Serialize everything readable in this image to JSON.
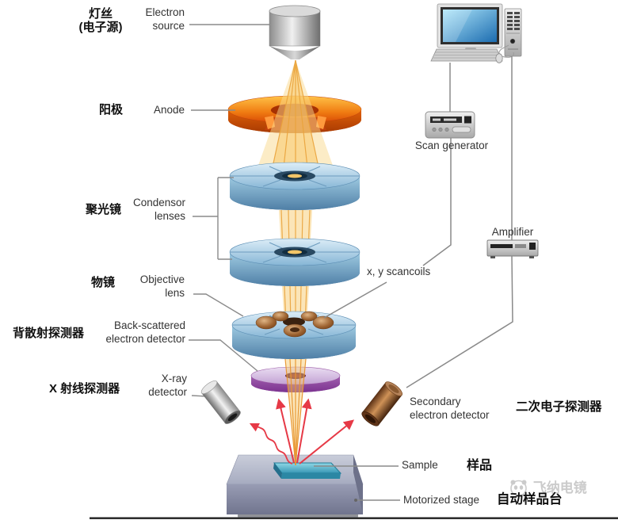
{
  "diagram_title": "SEM (scanning electron microscope) schematic",
  "labels": {
    "filament_zh_1": "灯丝",
    "filament_zh_2": "(电子源)",
    "electron_source_en_1": "Electron",
    "electron_source_en_2": "source",
    "anode_zh": "阳极",
    "anode_en": "Anode",
    "condenser_zh": "聚光镜",
    "condenser_en_1": "Condensor",
    "condenser_en_2": "lenses",
    "objective_zh": "物镜",
    "objective_en_1": "Objective",
    "objective_en_2": "lens",
    "bse_zh": "背散射探测器",
    "bse_en_1": "Back-scattered",
    "bse_en_2": "electron detector",
    "xray_zh": "X 射线探测器",
    "xray_en_1": "X-ray",
    "xray_en_2": "detector",
    "scan_generator_en": "Scan generator",
    "amplifier_en": "Amplifier",
    "scancoils_en": "x, y scancoils",
    "se_en_1": "Secondary",
    "se_en_2": "electron detector",
    "se_zh": "二次电子探测器",
    "sample_en": "Sample",
    "sample_zh": "样品",
    "stage_en": "Motorized stage",
    "stage_zh": "自动样品台"
  },
  "watermark": {
    "text": "飞纳电镜",
    "icon": "panda-logo"
  },
  "colors": {
    "beam_yellow": "#f5c163",
    "beam_line": "#eaa33b",
    "anode_orange": "#f07c12",
    "lens_blue_top": "#a9cde4",
    "lens_blue_side": "#4f7fa6",
    "detector_purple": "#9b59a6",
    "coil_brown": "#9c6230",
    "arrow_red": "#e63946",
    "stage_gray": "#9397af",
    "sample_teal": "#3e9fbc",
    "connector_gray": "#8a8a8a",
    "screen_blue": "#1c6cb0",
    "watermark_gray": "#c9c9c9"
  }
}
